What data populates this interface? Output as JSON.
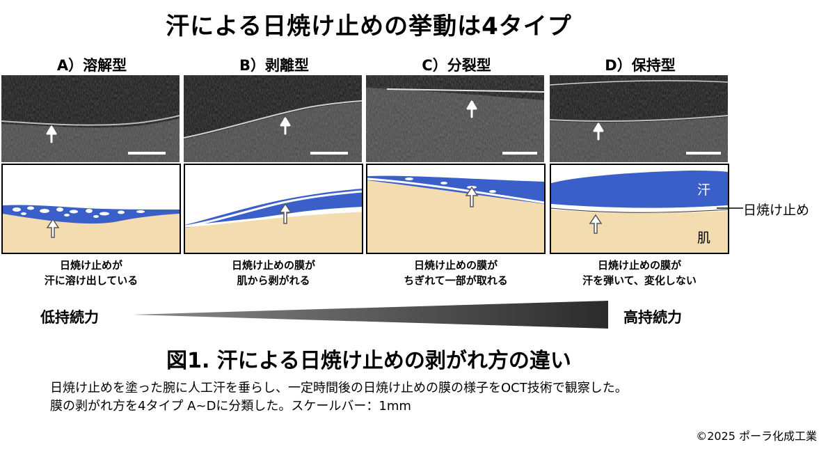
{
  "title": "汗による日焼け止めの挙動は4タイプ",
  "panels": [
    {
      "label": "A）溶解型",
      "caption_1": "日焼け止めが",
      "caption_2": "汗に溶け出している"
    },
    {
      "label": "B）剥離型",
      "caption_1": "日焼け止めの膜が",
      "caption_2": "肌から剥がれる"
    },
    {
      "label": "C）分裂型",
      "caption_1": "日焼け止めの膜が",
      "caption_2": "ちぎれて一部が取れる"
    },
    {
      "label": "D）保持型",
      "caption_1": "日焼け止めの膜が",
      "caption_2": "汗を弾いて、変化しない"
    }
  ],
  "labels": {
    "sweat": "汗",
    "sunscreen": "日焼け止め",
    "skin": "肌"
  },
  "scale": {
    "low": "低持続力",
    "high": "高持続力"
  },
  "figure_title": "図1. 汗による日焼け止めの剥がれ方の違い",
  "description": [
    "日焼け止めを塗った腕に人工汗を垂らし、一定時間後の日焼け止めの膜の様子をOCT技術で観察した。",
    "膜の剥がれ方を4タイプ A~Dに分類した。スケールバー：1mm"
  ],
  "copyright": "©2025 ポーラ化成工業",
  "colors": {
    "sweat_blue": "#3a5fc8",
    "skin_beige": "#f2dcb0",
    "film_white": "#ffffff",
    "scale_wedge": "#2b2b2b"
  }
}
